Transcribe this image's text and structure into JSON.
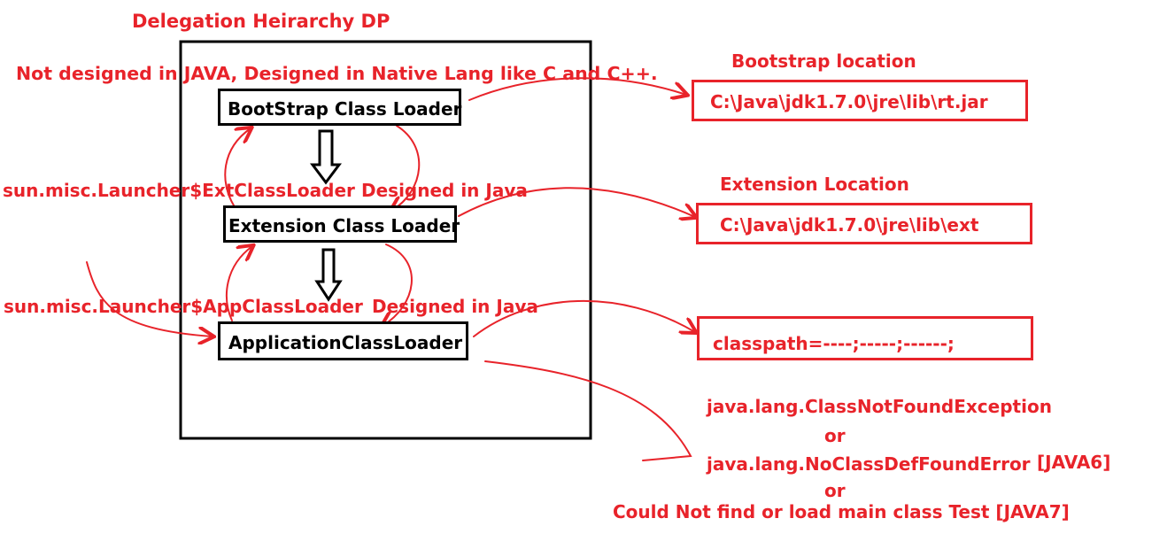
{
  "diagram": {
    "title": "Delegation Heirarchy DP",
    "bootstrap_note": "Not designed in JAVA, Designed in Native Lang like C and C++.",
    "loaders": [
      {
        "label": "BootStrap Class Loader"
      },
      {
        "label": "Extension Class Loader"
      },
      {
        "label": "ApplicationClassLoader"
      }
    ],
    "ext_impl_class": "sun.misc.Launcher$ExtClassLoader",
    "app_impl_class": "sun.misc.Launcher$AppClassLoader",
    "ext_note": "Designed in Java",
    "app_note": "Designed in Java",
    "locations": [
      {
        "heading": "Bootstrap location",
        "path": "C:\\Java\\jdk1.7.0\\jre\\lib\\rt.jar"
      },
      {
        "heading": "Extension Location",
        "path": "C:\\Java\\jdk1.7.0\\jre\\lib\\ext"
      },
      {
        "heading": "",
        "path": "classpath=----;-----;------;"
      }
    ],
    "errors": {
      "exception": "java.lang.ClassNotFoundException",
      "or_1": "or",
      "error": "java.lang.NoClassDefFoundError",
      "java6_tag": "[JAVA6]",
      "or_2": "or",
      "java7_msg": "Could Not find or load main class Test [JAVA7]"
    },
    "colors": {
      "annotation": "#e8232a",
      "structure": "#000000"
    }
  }
}
